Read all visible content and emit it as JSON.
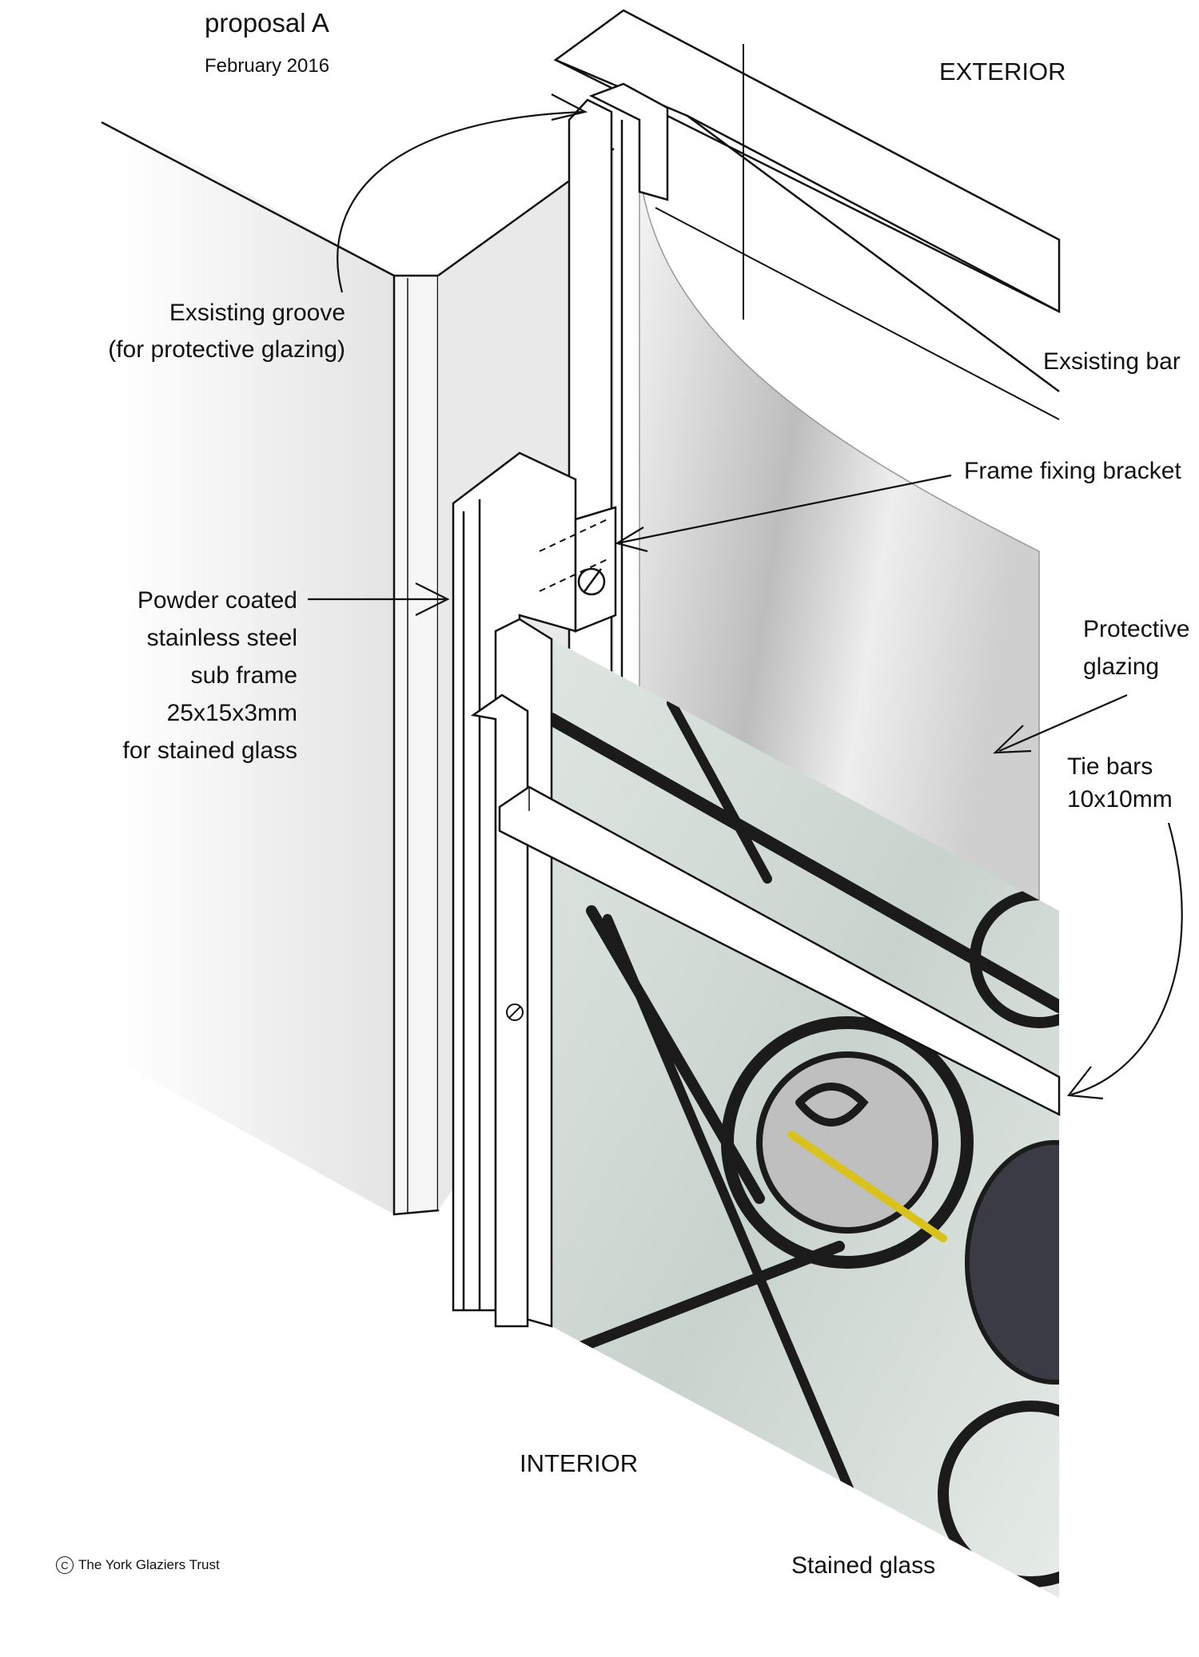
{
  "header": {
    "title": "proposal A",
    "date": "February 2016"
  },
  "orientation": {
    "exterior": "EXTERIOR",
    "interior": "INTERIOR"
  },
  "labels": {
    "groove_line1": "Exsisting groove",
    "groove_line2": "(for protective glazing)",
    "existing_bar": "Exsisting bar",
    "bracket": "Frame fixing bracket",
    "subframe_line1": "Powder coated",
    "subframe_line2": "stainless steel",
    "subframe_line3": "sub frame",
    "subframe_line4": "25x15x3mm",
    "subframe_line5": "for stained glass",
    "protective_line1": "Protective",
    "protective_line2": "glazing",
    "tiebars_line1": "Tie bars",
    "tiebars_line2": "10x10mm",
    "stained_glass": "Stained glass"
  },
  "footer": {
    "copyright_symbol": "C",
    "copyright": "The York Glaziers Trust"
  },
  "colors": {
    "line": "#111111",
    "wall": "#f1f1f1",
    "glass_light": "#e9ecef",
    "lead": "#1b1b1b",
    "yellow": "#d9c21d"
  }
}
